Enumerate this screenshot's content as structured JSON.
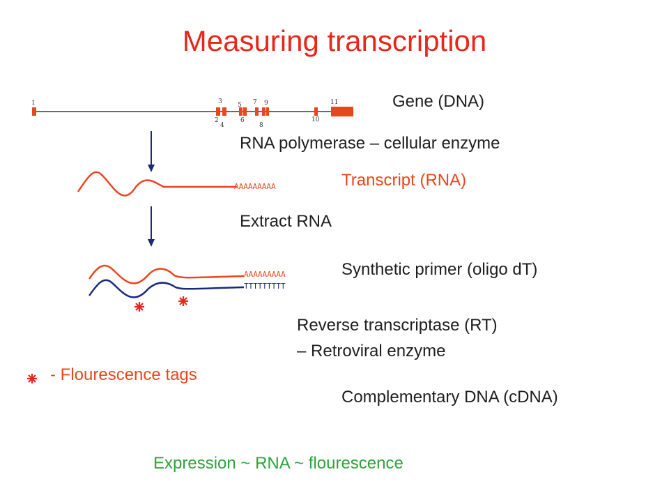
{
  "title": "Measuring transcription",
  "labels": {
    "gene": "Gene (DNA)",
    "rna_polymerase": "RNA polymerase – cellular enzyme",
    "transcript": "Transcript (RNA)",
    "extract": "Extract RNA",
    "primer": "Synthetic primer (oligo dT)",
    "rt_line1": "Reverse transcriptase (RT)",
    "rt_line2": "– Retroviral enzyme",
    "legend": "-  Flourescence tags",
    "cdna": "Complementary DNA (cDNA)",
    "footer": "Expression  ~ RNA ~ flourescence"
  },
  "exon_numbers": [
    "1",
    "3",
    "2",
    "4",
    "5",
    "6",
    "7",
    "8",
    "9",
    "10",
    "11"
  ],
  "polyA_tail_1": "AAAAAAAAA",
  "polyA_tail_2": "AAAAAAAAA",
  "polyT_primer": "TTTTTTTTT",
  "colors": {
    "title": "#e8261a",
    "rna": "#e8461e",
    "cdna": "#1a2a78",
    "arrow": "#1a2a78",
    "footer": "#2ea33a",
    "tag": "#e8261a"
  },
  "icons": {
    "tag": "starburst-icon"
  }
}
